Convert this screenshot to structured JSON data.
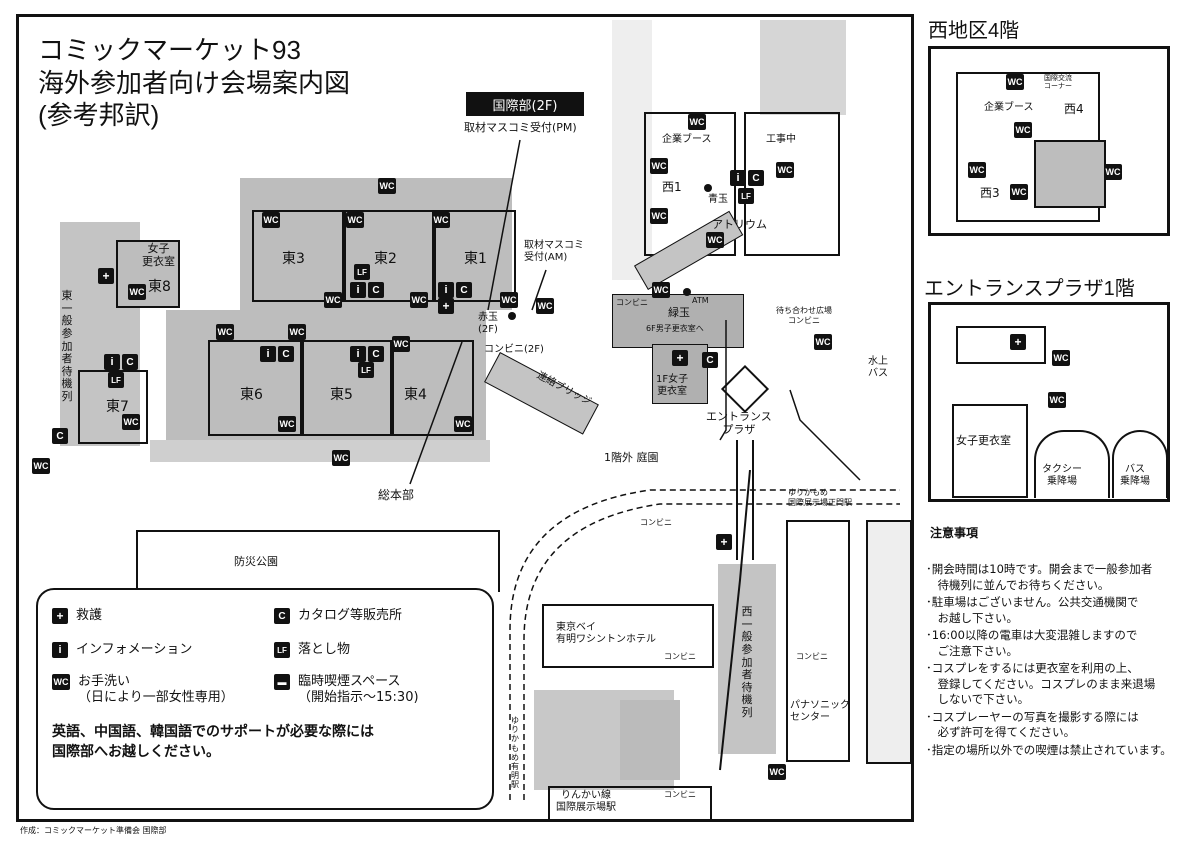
{
  "title": "コミックマーケット93\n海外参加者向け会場案内図\n(参考邦訳)",
  "intl_office": {
    "label": "国際部(2F)",
    "sub": "取材マスコミ受付(PM)"
  },
  "halls": {
    "east1": "東1",
    "east2": "東2",
    "east3": "東3",
    "east4": "東4",
    "east5": "東5",
    "east6": "東6",
    "east7": "東7",
    "east8": "東8",
    "west1": "西1",
    "west4": "西4",
    "west3": "西3"
  },
  "labels": {
    "women_changing_east": "女子\n更衣室",
    "east_waiting": "東一般参加者待機列",
    "press_am": "取材マスコミ\n受付(AM)",
    "akadama": "赤玉\n(2F)",
    "conbini_2f": "コンビニ(2F)",
    "bridge": "連絡ブリッジ",
    "hq": "総本部",
    "courtyard": "1階外 庭園",
    "park": "防災公園",
    "company_booth": "企業ブース",
    "construction": "工事中",
    "aotama": "青玉",
    "atrium": "アトリウム",
    "midoridama": "緑玉",
    "atm": "ATM",
    "conbini": "コンビニ",
    "men_changing_6f": "6F男子更衣室へ",
    "women_changing_1f": "1F女子\n更衣室",
    "meeting_plaza": "待ち合わせ広場\nコンビニ",
    "bus_stop": "水上\nバス",
    "entrance_plaza": "エントランス\nプラザ",
    "yurikamome": "ゆりかもめ\n国際展示場正門駅",
    "hotel": "東京ベイ\n有明ワシントンホテル",
    "west_waiting": "西一般参加者待機列",
    "panasonic": "パナソニック\nセンター",
    "rinkai": "りんかい線\n国際展示場駅",
    "yurikamome_v": "ゆりかもめ 有明駅",
    "credit": "作成：コミックマーケット準備会 国際部"
  },
  "inset_west": {
    "title": "西地区4階",
    "company_booth": "企業ブース",
    "intl_corner": "国際交流\nコーナー"
  },
  "inset_entrance": {
    "title": "エントランスプラザ1階",
    "women_changing": "女子更衣室",
    "taxi": "タクシー\n乗降場",
    "bus": "バス\n乗降場"
  },
  "legend": {
    "first_aid": "救護",
    "catalog": "カタログ等販売所",
    "info": "インフォメーション",
    "lost_found": "落とし物",
    "toilet": "お手洗い\n（日により一部女性専用）",
    "smoking": "臨時喫煙スペース\n（開始指示～15:30)",
    "support": "英語、中国語、韓国語でのサポートが必要な際には\n国際部へお越しください。"
  },
  "icons": {
    "wc": "WC",
    "lf": "LF",
    "catalog": "C",
    "info": "i",
    "first_aid": "+"
  },
  "notes": {
    "title": "注意事項",
    "items": [
      "･開会時間は10時です。開会まで一般参加者\n　待機列に並んでお待ちください。",
      "･駐車場はございません。公共交通機関で\n　お越し下さい。",
      "･16:00以降の電車は大変混雑しますので\n　ご注意下さい。",
      "･コスプレをするには更衣室を利用の上、\n　登録してください。コスプレのまま来退場\n　しないで下さい。",
      "･コスプレーヤーの写真を撮影する際には\n　必ず許可を得てください。",
      "･指定の場所以外での喫煙は禁止されています。"
    ]
  }
}
